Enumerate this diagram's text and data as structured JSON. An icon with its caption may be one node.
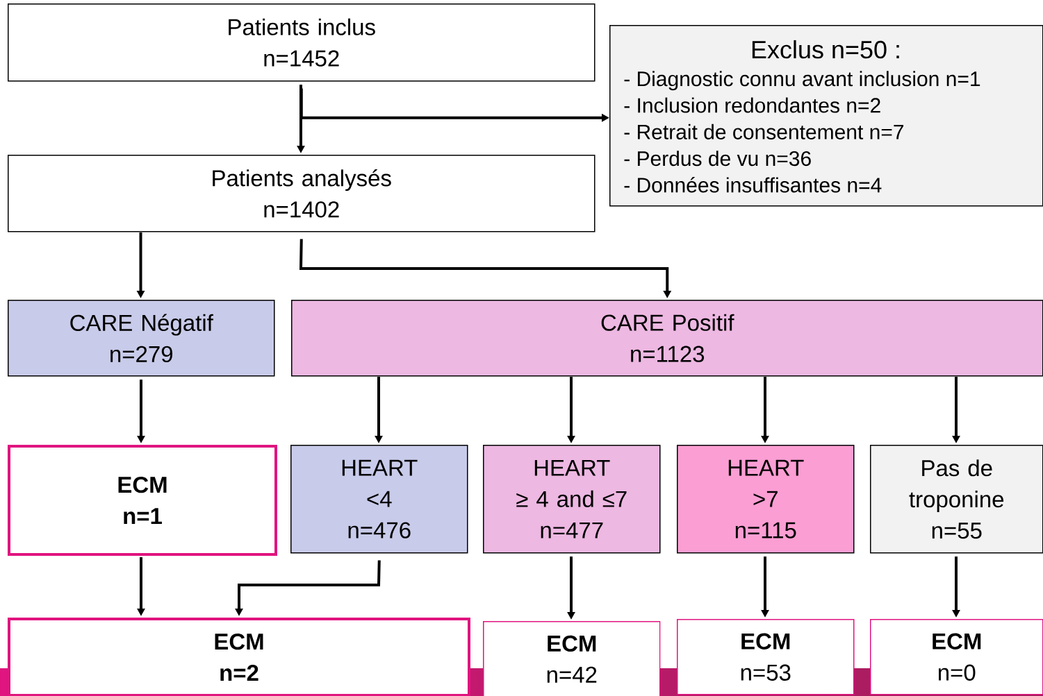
{
  "diagram": {
    "nodes": [
      {
        "text": [
          "Patients inclus",
          "n=1452"
        ]
      },
      {
        "text": [
          "Exclus n=50 :",
          "- Diagnostic connu avant inclusion n=1",
          "- Inclusion redondantes n=2",
          "- Retrait de consentement n=7",
          "- Perdus de vu n=36",
          "- Données insuffisantes n=4"
        ]
      },
      {
        "text": [
          "Patients analysés",
          "n=1402"
        ]
      },
      {
        "text": [
          "CARE Négatif",
          "n=279"
        ]
      },
      {
        "text": [
          "CARE Positif",
          "n=1123"
        ]
      },
      {
        "text": [
          "ECM",
          "n=1"
        ]
      },
      {
        "text": [
          "HEART",
          "<4",
          "n=476"
        ]
      },
      {
        "text": [
          "HEART",
          "≥ 4 and ≤7",
          "n=477"
        ]
      },
      {
        "text": [
          "HEART",
          ">7",
          "n=115"
        ]
      },
      {
        "text": [
          "Pas de troponine",
          "n=55"
        ]
      },
      {
        "text": [
          "ECM",
          "n=2"
        ]
      },
      {
        "text": [
          "ECM",
          "n=42"
        ]
      },
      {
        "text": [
          "ECM",
          "n=53"
        ]
      },
      {
        "text": [
          "ECM",
          "n=0"
        ]
      }
    ],
    "edges": [
      {
        "from": 0,
        "to": 2,
        "arrow": "to"
      },
      {
        "from": 0,
        "to": 1,
        "arrow": "to"
      },
      {
        "from": 2,
        "to": 3,
        "arrow": "to"
      },
      {
        "from": 2,
        "to": 4,
        "arrow": "to"
      },
      {
        "from": 3,
        "to": 5,
        "arrow": "to"
      },
      {
        "from": 4,
        "to": 6,
        "arrow": "to"
      },
      {
        "from": 4,
        "to": 7,
        "arrow": "to"
      },
      {
        "from": 4,
        "to": 8,
        "arrow": "to"
      },
      {
        "from": 4,
        "to": 9,
        "arrow": "to"
      },
      {
        "from": 5,
        "to": 10,
        "arrow": "to"
      },
      {
        "from": 6,
        "to": 10,
        "arrow": "to"
      },
      {
        "from": 7,
        "to": 11,
        "arrow": "to"
      },
      {
        "from": 8,
        "to": 12,
        "arrow": "to"
      },
      {
        "from": 9,
        "to": 13,
        "arrow": "to"
      }
    ]
  }
}
